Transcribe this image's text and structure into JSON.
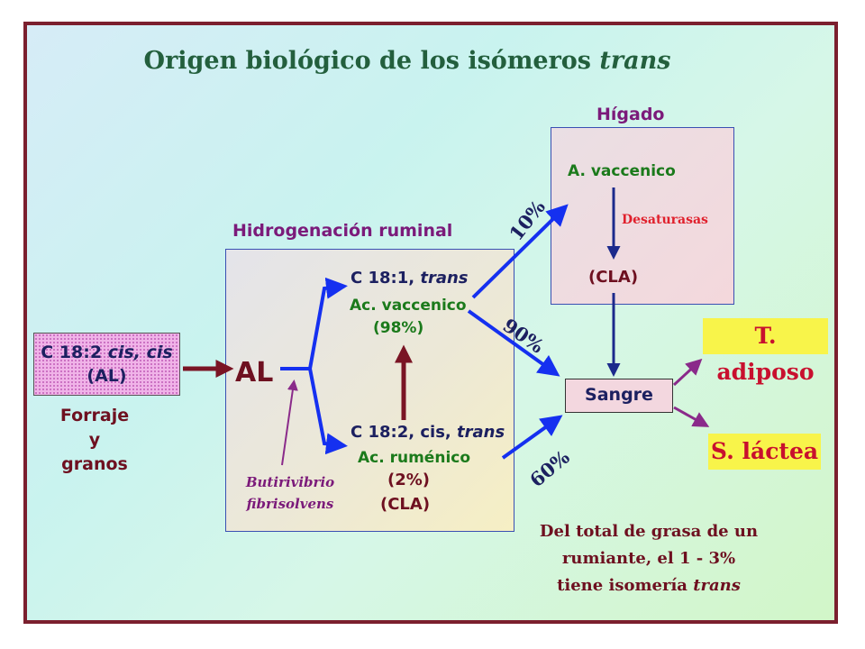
{
  "title": {
    "main": "Origen biológico de los isómeros",
    "emphasis": "trans"
  },
  "rumen": {
    "label": "Hidrogenación ruminal"
  },
  "liver": {
    "label": "Hígado",
    "vaccenic": "A. vaccenico",
    "enzyme": "Desaturasas",
    "cla": "(CLA)"
  },
  "source": {
    "formula_plain": "C 18:2 ",
    "formula_italic": "cis, cis",
    "abbr": "(AL)",
    "feed_lines": [
      "Forraje",
      "y",
      "granos"
    ]
  },
  "al_label": "AL",
  "bacteria": [
    "Butirivibrio",
    "fibrisolvens"
  ],
  "trans_c181": {
    "formula_plain": "C 18:1, ",
    "formula_italic": "trans",
    "name": "Ac. vaccenico",
    "pct": "(98%)"
  },
  "c182_cis_trans": {
    "formula": "C 18:2, cis, ",
    "formula_italic": "trans",
    "name": "Ac. ruménico",
    "pct": "(2%)",
    "cla": "(CLA)"
  },
  "percentages": {
    "to_liver": "10%",
    "to_blood": "90%",
    "cla_to_blood": "60%"
  },
  "blood": "Sangre",
  "destinations": {
    "adipose": "T. adiposo",
    "milk": "S. láctea"
  },
  "note": {
    "line1": "Del total de grasa de un",
    "line2": "rumiante, el  1 - 3%",
    "line3_plain": "tiene isomería ",
    "line3_italic": "trans"
  },
  "colors": {
    "border": "#7b1f2e",
    "blue_arrow": "#1530f0",
    "maroon_arrow": "#7a1424",
    "navy_arrow": "#1c2a8c",
    "purple_arrow": "#8a2a8a",
    "highlight": "#f8f44a"
  }
}
